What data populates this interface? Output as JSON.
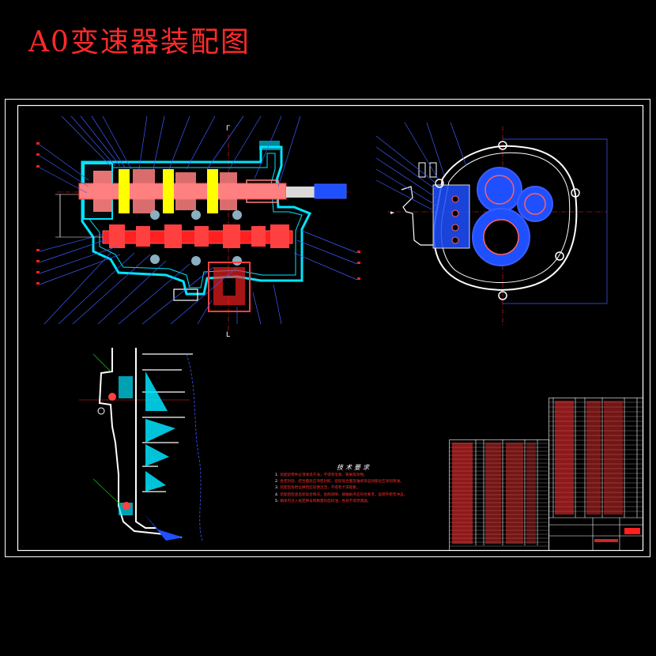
{
  "title": "A0变速器装配图",
  "technical_requirements": {
    "heading": "技术要求",
    "items": [
      "装配前零件必须清洗干净，不得有毛刺、铁屑等杂物。",
      "各密封处、结合面处应涂密封胶，齿轮啮合面及轴承等运动部位应涂润滑油。",
      "装配后各档位换挡应轻便灵活，不得有卡滞现象。",
      "装配后检查齿轮啮合情况，齿侧间隙、接触斑点应符合要求，运转平稳无冲击。",
      "箱体内注入规定牌号和数量的齿轮油，各处不得渗漏油。"
    ]
  },
  "colors": {
    "background": "#000000",
    "frame": "#ffffff",
    "title": "#ff2a2a",
    "housing": "#00e5ff",
    "gear": "#ff4040",
    "shaft": "#ff8080",
    "synchronizer": "#ffff00",
    "leader": "#3d5cff",
    "centerline": "#ff2020",
    "gear_fill": "#1e50ff"
  }
}
